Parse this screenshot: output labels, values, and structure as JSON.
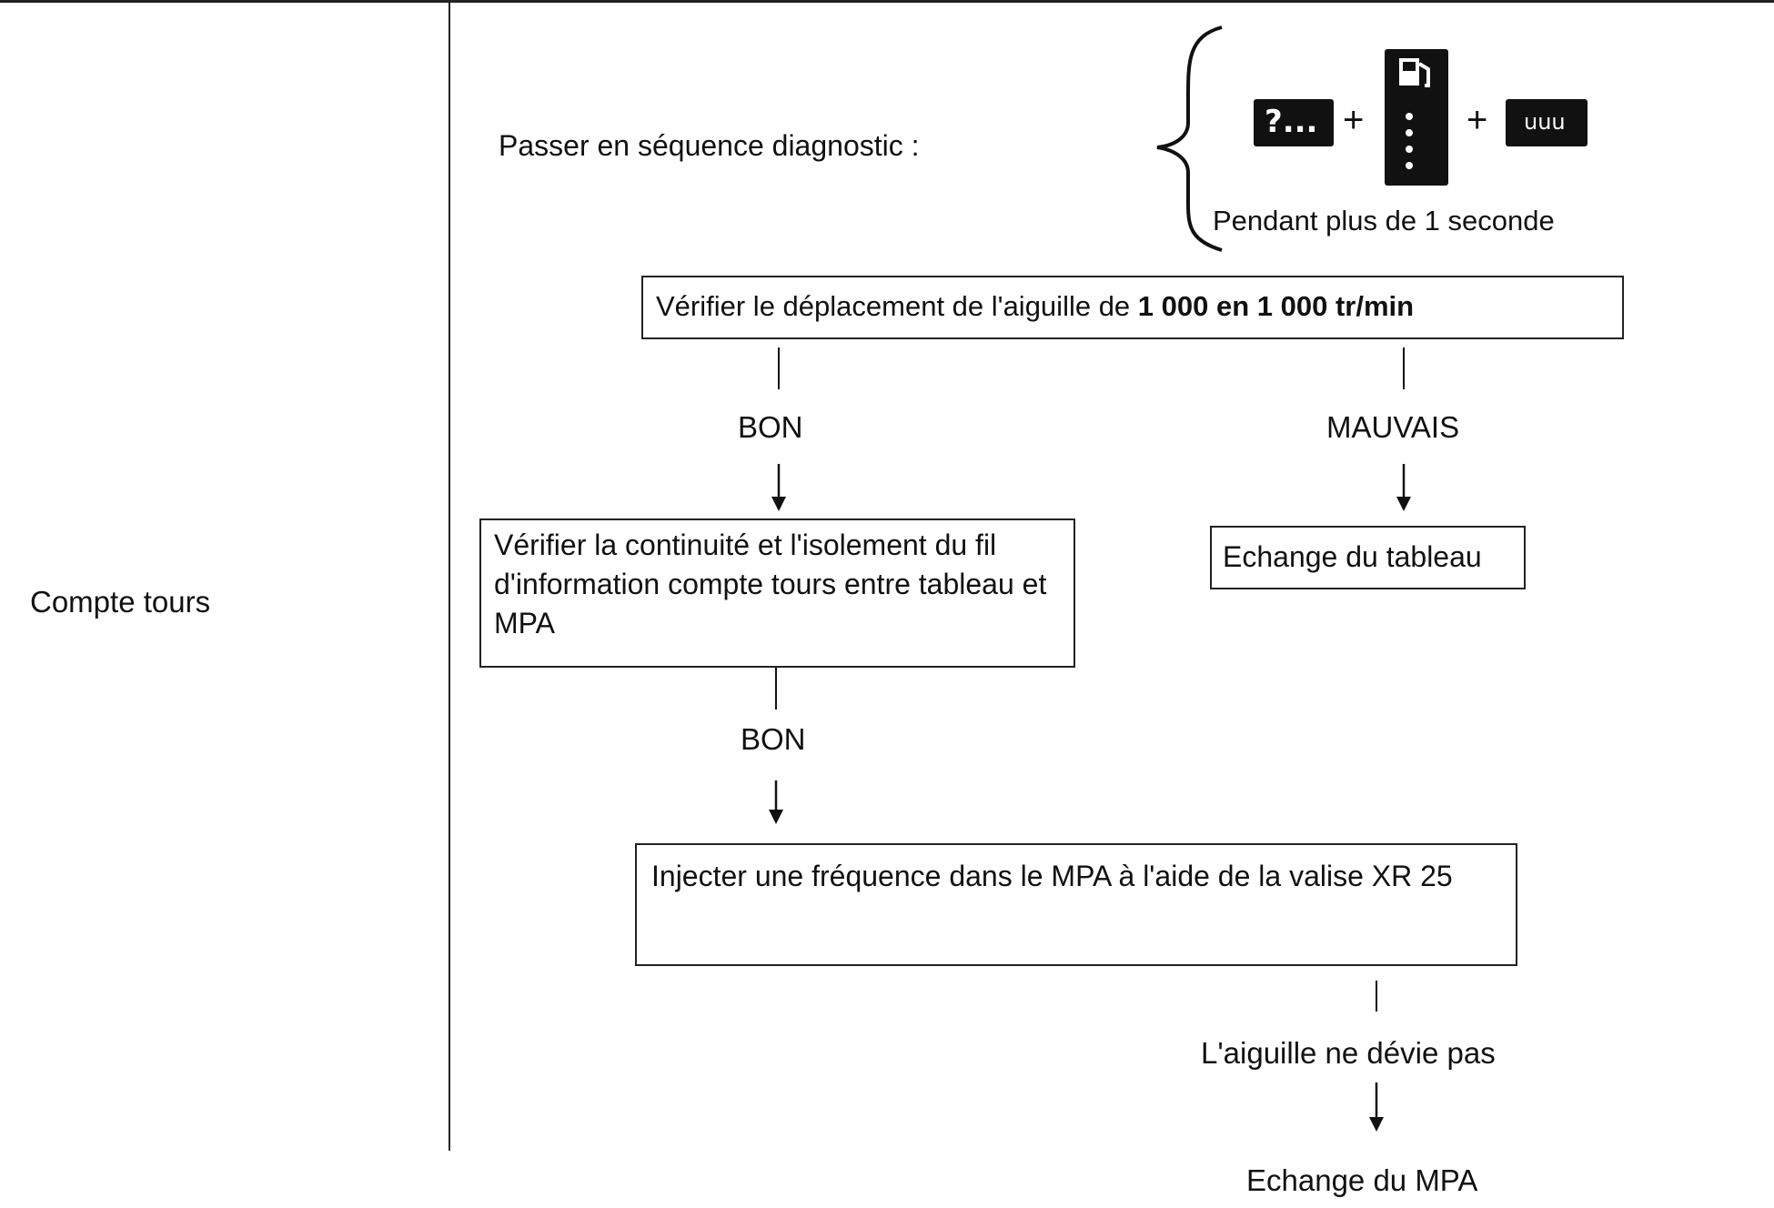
{
  "left_label": "Compte tours",
  "header": {
    "instruction": "Passer en séquence diagnostic :",
    "key1_text": "?...",
    "key3_text": "uuu",
    "plus": "+",
    "duration": "Pendant plus de 1 seconde"
  },
  "steps": {
    "check_needle": {
      "text_start": "Vérifier le déplacement de l'aiguille de ",
      "text_bold": "1 000 en 1 000 tr/min"
    },
    "bon_1": "BON",
    "mauvais": "MAUVAIS",
    "check_wire": "Vérifier la continuité et l'isolement du fil d'information compte tours entre tableau et MPA",
    "swap_panel": "Echange du tableau",
    "bon_2": "BON",
    "inject": "Injecter une fréquence dans le MPA à l'aide de la valise XR 25",
    "needle_no_move": "L'aiguille ne dévie pas",
    "swap_mpa": "Echange du MPA"
  },
  "icons": {
    "key1": "key-ignition-icon",
    "key2": "fuel-gauge-icon",
    "key3": "display-button-icon"
  }
}
